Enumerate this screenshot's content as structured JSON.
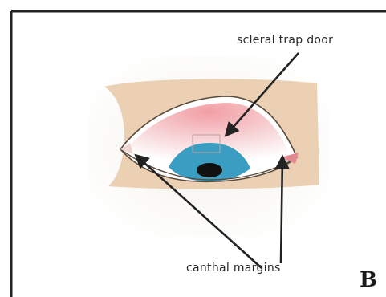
{
  "figure": {
    "labels": {
      "trap_door": "scleral trap door",
      "canthal": "canthal margins"
    },
    "panel_letter": "B"
  },
  "colors": {
    "skin": "#ecd3b6",
    "sclera_tint": "#f5a9ad",
    "iris": "#3b9fc2",
    "pupil": "#111111",
    "canthus_pink": "#e08a8f",
    "arrow": "#222222",
    "frame": "#222222"
  }
}
